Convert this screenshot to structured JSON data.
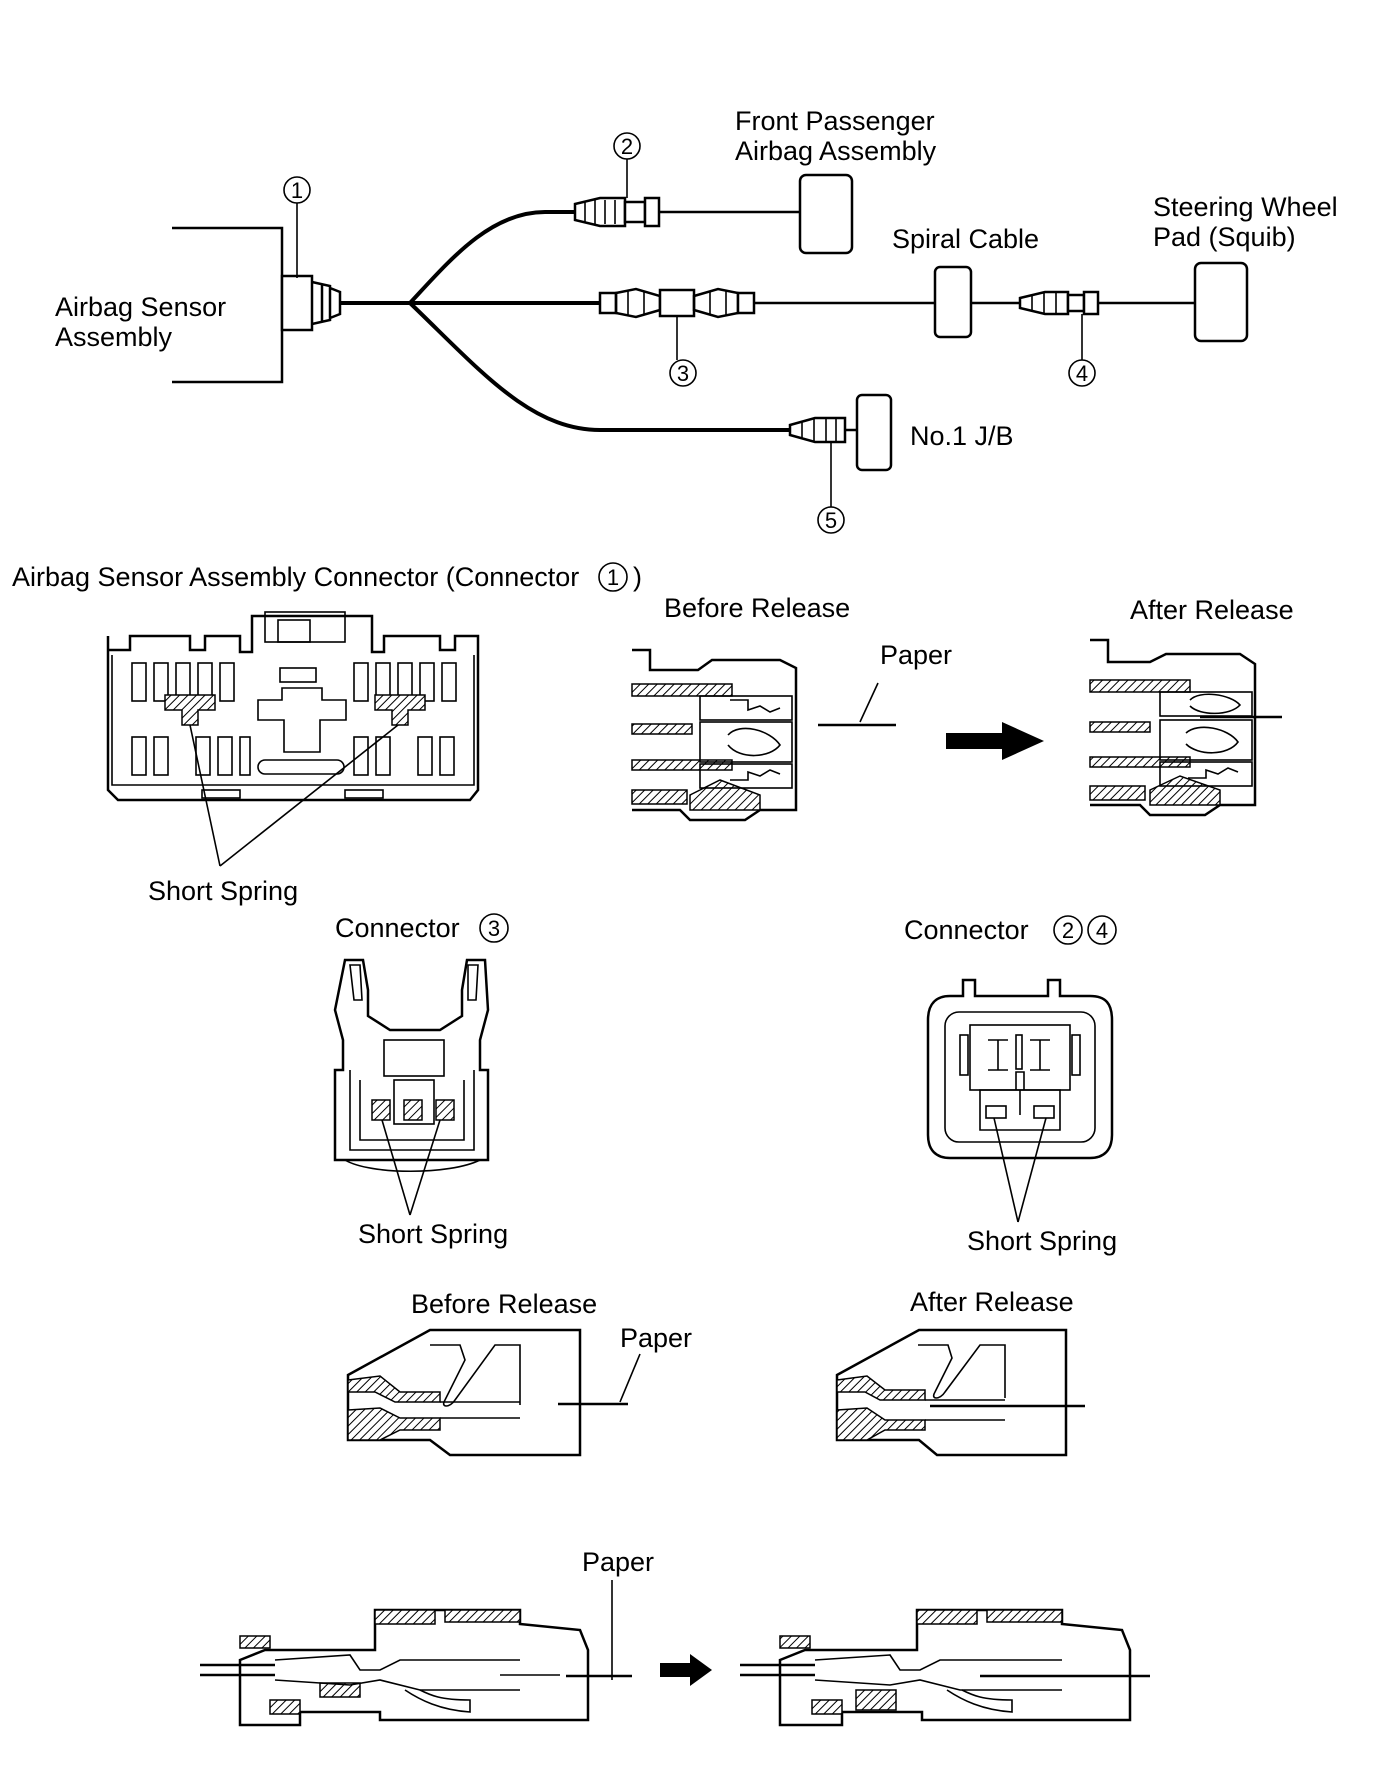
{
  "overview": {
    "airbag_sensor_label_1": "Airbag Sensor",
    "airbag_sensor_label_2": "Assembly",
    "front_passenger_label_1": "Front Passenger",
    "front_passenger_label_2": "Airbag Assembly",
    "spiral_cable_label": "Spiral Cable",
    "steering_wheel_label_1": "Steering Wheel",
    "steering_wheel_label_2": "Pad (Squib)",
    "jb_label": "No.1 J/B",
    "connector_numbers": [
      "1",
      "2",
      "3",
      "4",
      "5"
    ]
  },
  "section1": {
    "title": "Airbag Sensor Assembly Connector (Connector",
    "title_num": "1",
    "title_end": ")",
    "short_spring": "Short Spring",
    "before_release": "Before Release",
    "after_release": "After Release",
    "paper": "Paper"
  },
  "section2": {
    "connector3_label": "Connector",
    "connector3_num": "3",
    "connector24_label": "Connector",
    "connector24_num_a": "2",
    "connector24_num_b": "4",
    "short_spring_left": "Short Spring",
    "short_spring_right": "Short Spring"
  },
  "section3": {
    "before_release": "Before Release",
    "after_release": "After Release",
    "paper": "Paper"
  },
  "section4": {
    "paper": "Paper"
  }
}
